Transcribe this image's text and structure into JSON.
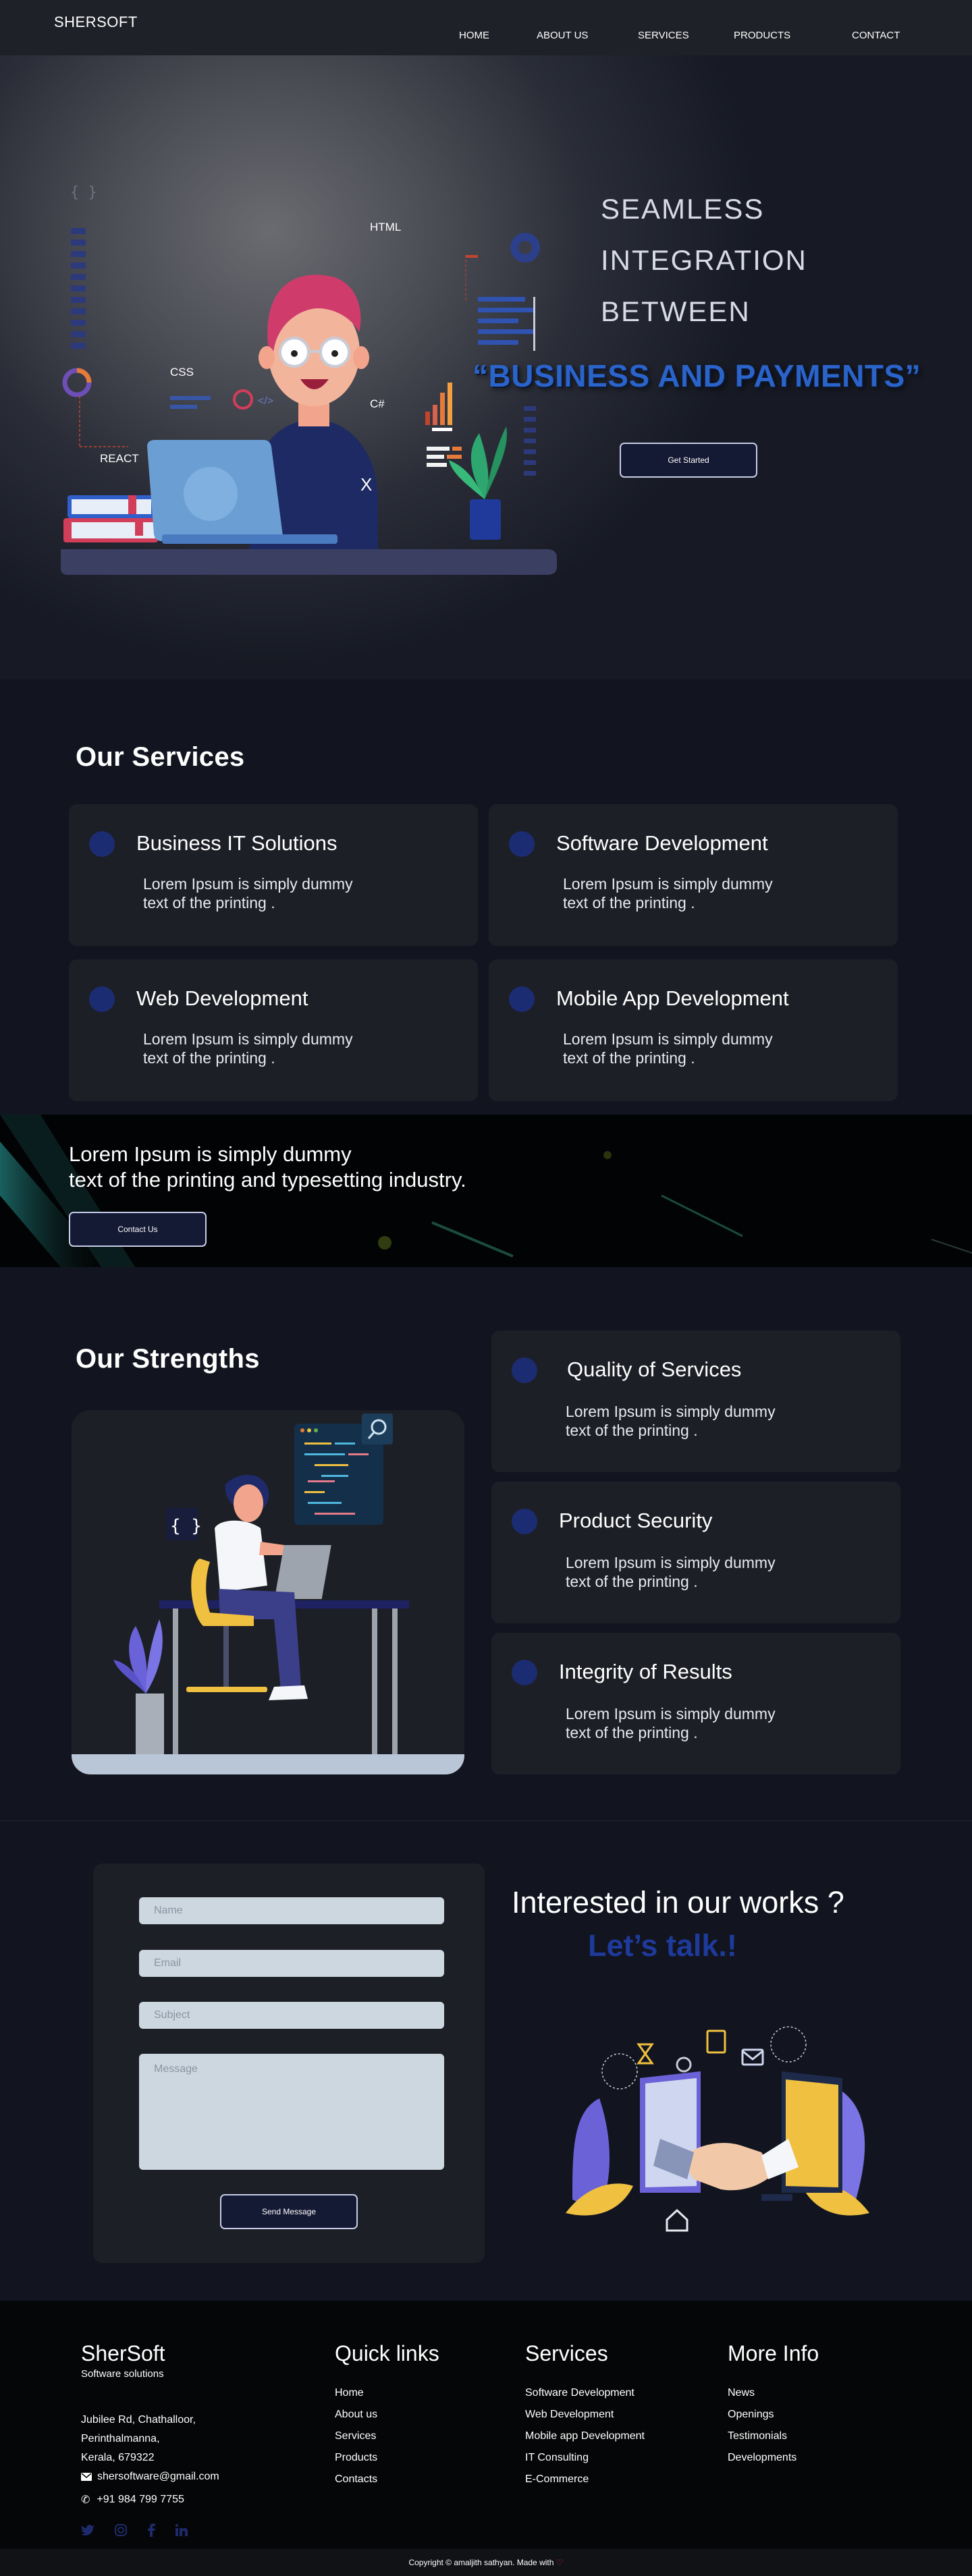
{
  "nav": {
    "brand": "SHERSOFT",
    "links": [
      "HOME",
      "ABOUT US",
      "SERVICES",
      "PRODUCTS",
      "CONTACT"
    ]
  },
  "hero": {
    "lines": [
      "SEAMLESS",
      "INTEGRATION",
      "BETWEEN"
    ],
    "quote": "“BUSINESS AND PAYMENTS”",
    "cta": "Get Started",
    "illustration_labels": {
      "html": "HTML",
      "css": "CSS",
      "csharp": "C#",
      "react": "REACT",
      "x": "X",
      "code": "</>",
      "braces": "{ }"
    }
  },
  "services": {
    "title": "Our Services",
    "items": [
      {
        "title": "Business IT Solutions",
        "desc": "Lorem Ipsum is simply dummy\ntext of the  printing ."
      },
      {
        "title": "Software Development",
        "desc": "Lorem Ipsum is simply dummy\ntext of the  printing ."
      },
      {
        "title": "Web Development",
        "desc": "Lorem Ipsum is simply dummy\ntext of the  printing ."
      },
      {
        "title": "Mobile App Development",
        "desc": "Lorem Ipsum is simply dummy\ntext of the  printing ."
      }
    ]
  },
  "banner": {
    "text": "Lorem Ipsum is simply dummy\ntext of the  printing and typesetting industry.",
    "cta": "Contact Us"
  },
  "strengths": {
    "title": "Our Strengths",
    "items": [
      {
        "title": "Quality of Services",
        "desc": "Lorem Ipsum is simply dummy\ntext of the  printing ."
      },
      {
        "title": "Product Security",
        "desc": "Lorem Ipsum is simply dummy\ntext of the  printing ."
      },
      {
        "title": "Integrity of Results",
        "desc": "Lorem Ipsum is simply dummy\ntext of the  printing ."
      }
    ],
    "illustration_label": "{ }"
  },
  "contact": {
    "placeholders": {
      "name": "Name",
      "email": "Email",
      "subject": "Subject",
      "message": "Message"
    },
    "submit": "Send Message",
    "heading": "Interested in our works ?",
    "subheading": "Let’s talk.!"
  },
  "footer": {
    "brand": "SherSoft",
    "tagline": "Software solutions",
    "address": [
      "Jubilee Rd, Chathalloor,",
      "Perinthalmanna,",
      "Kerala, 679322"
    ],
    "email": "shersoftware@gmail.com",
    "phone": "+91  984 799 7755",
    "quick_links_title": "Quick links",
    "quick_links": [
      "Home",
      "About us",
      "Services",
      "Products",
      "Contacts"
    ],
    "services_title": "Services",
    "services": [
      "Software Development",
      "Web Development",
      "Mobile app Development",
      "IT Consulting",
      "E-Commerce"
    ],
    "more_title": "More Info",
    "more": [
      "News",
      "Openings",
      "Testimonials",
      "Developments"
    ],
    "social_icons": [
      "twitter-icon",
      "instagram-icon",
      "facebook-icon",
      "linkedin-icon"
    ],
    "copyright": "Copyright © amaljith sathyan. Made with"
  },
  "colors": {
    "accent_blue": "#2a63c9",
    "dot_blue": "#1c2c73",
    "card_bg": "#1d1f26",
    "heart": "#e0254a"
  }
}
